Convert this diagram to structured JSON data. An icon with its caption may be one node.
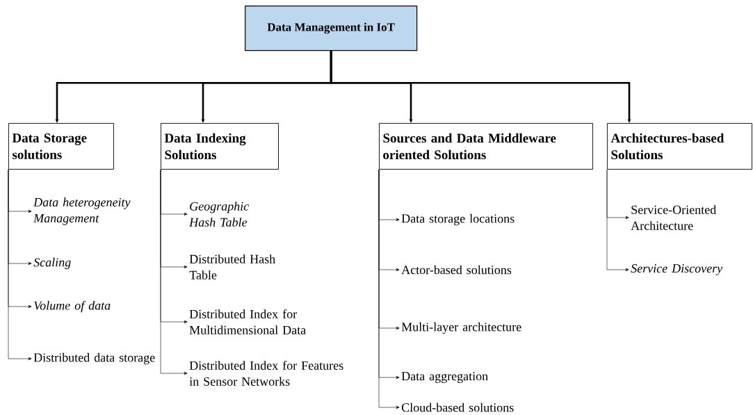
{
  "diagram": {
    "nodes": [
      {
        "text": [
          "Data Management in IoT"
        ]
      },
      {
        "text": [
          "Data Storage solutions"
        ]
      },
      {
        "text": [
          "Data Indexing Solutions"
        ]
      },
      {
        "text": [
          "Sources and Data Middleware oriented Solutions"
        ]
      },
      {
        "text": [
          "Architectures-based Solutions"
        ]
      },
      {
        "text": [
          "Data heterogeneity Management"
        ]
      },
      {
        "text": [
          "Scaling"
        ]
      },
      {
        "text": [
          "Volume of data"
        ]
      },
      {
        "text": [
          "Distributed data storage"
        ]
      },
      {
        "text": [
          "Geographic Hash Table"
        ]
      },
      {
        "text": [
          "Distributed Hash Table"
        ]
      },
      {
        "text": [
          "Distributed Index for Multidimensional Data"
        ]
      },
      {
        "text": [
          "Distributed Index for Features in Sensor Networks"
        ]
      },
      {
        "text": [
          "Data storage locations"
        ]
      },
      {
        "text": [
          "Actor-based solutions"
        ]
      },
      {
        "text": [
          "Multi-layer architecture"
        ]
      },
      {
        "text": [
          "Data aggregation"
        ]
      },
      {
        "text": [
          "Cloud-based solutions"
        ]
      },
      {
        "text": [
          "Service-Oriented Architecture"
        ]
      },
      {
        "text": [
          "Service Discovery"
        ]
      }
    ],
    "edges": [
      {
        "from": 0,
        "to": 1,
        "arrow": "to",
        "style": "thick"
      },
      {
        "from": 0,
        "to": 2,
        "arrow": "to",
        "style": "thick"
      },
      {
        "from": 0,
        "to": 3,
        "arrow": "to",
        "style": "thick"
      },
      {
        "from": 0,
        "to": 4,
        "arrow": "to",
        "style": "thick"
      },
      {
        "from": 1,
        "to": 5,
        "arrow": "to"
      },
      {
        "from": 1,
        "to": 6,
        "arrow": "to"
      },
      {
        "from": 1,
        "to": 7,
        "arrow": "to"
      },
      {
        "from": 1,
        "to": 8,
        "arrow": "to"
      },
      {
        "from": 2,
        "to": 9,
        "arrow": "to"
      },
      {
        "from": 2,
        "to": 10,
        "arrow": "to"
      },
      {
        "from": 2,
        "to": 11,
        "arrow": "to"
      },
      {
        "from": 2,
        "to": 12,
        "arrow": "to"
      },
      {
        "from": 3,
        "to": 13,
        "arrow": "to"
      },
      {
        "from": 3,
        "to": 14,
        "arrow": "to"
      },
      {
        "from": 3,
        "to": 15,
        "arrow": "to"
      },
      {
        "from": 3,
        "to": 16,
        "arrow": "to"
      },
      {
        "from": 3,
        "to": 17,
        "arrow": "to"
      },
      {
        "from": 4,
        "to": 18,
        "arrow": "to"
      },
      {
        "from": 4,
        "to": 19,
        "arrow": "to"
      }
    ]
  }
}
